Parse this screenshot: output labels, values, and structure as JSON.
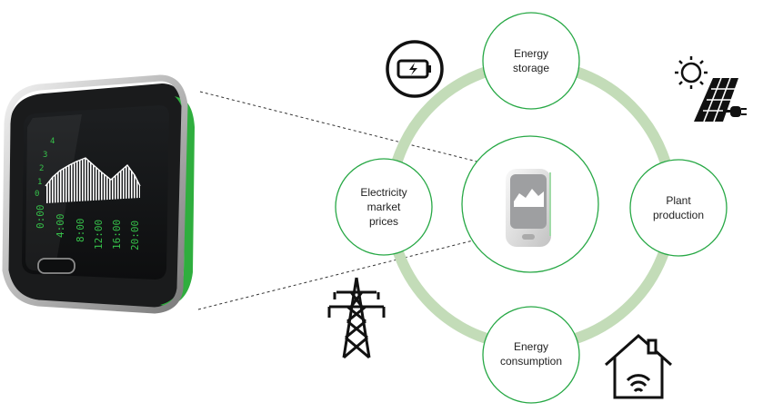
{
  "nodes": {
    "storage": [
      "Energy",
      "storage"
    ],
    "plant": [
      "Plant",
      "production"
    ],
    "consumption": [
      "Energy",
      "consumption"
    ],
    "market": [
      "Electricity",
      "market",
      "prices"
    ]
  },
  "device_screen": {
    "y_ticks": [
      "4",
      "3",
      "2",
      "1",
      "0"
    ],
    "x_ticks": [
      "0:00",
      "4:00",
      "8:00",
      "12:00",
      "16:00",
      "20:00"
    ]
  },
  "icons": {
    "storage": "battery-icon",
    "plant": "sun-solar-panel-plug-icon",
    "consumption": "house-wifi-icon",
    "market": "power-pylon-icon",
    "device": "energy-monitor-device"
  },
  "colors": {
    "ring": "#c3dcb8",
    "node_stroke": "#27a845",
    "device_accent": "#2fae3e",
    "screen_text": "#36c24a"
  }
}
